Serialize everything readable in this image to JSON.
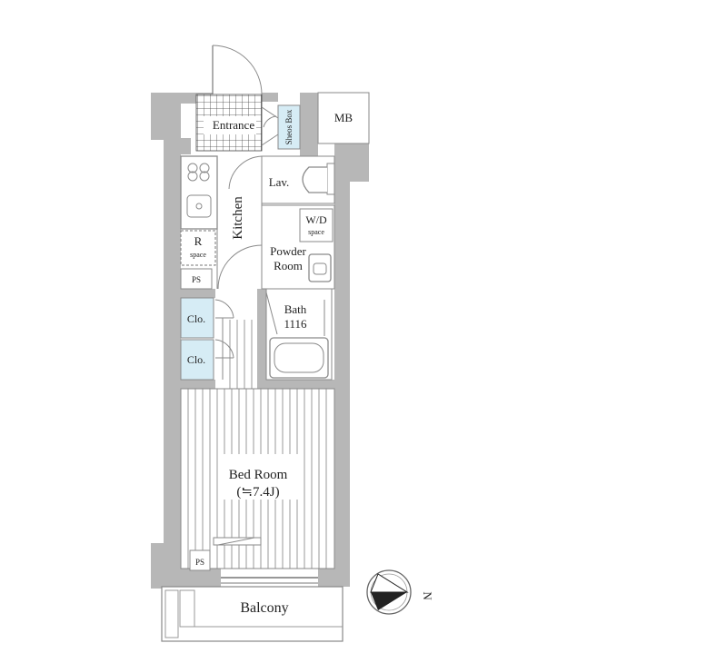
{
  "plan": {
    "rooms": {
      "entrance": "Entrance",
      "shoes_box": "Sheos Box",
      "mb": "MB",
      "lav": "Lav.",
      "kitchen": "Kitchen",
      "wd_top": "W/D",
      "wd_bottom": "space",
      "refrigerator_top": "R",
      "refrigerator_bottom": "space",
      "powder_line1": "Powder",
      "powder_line2": "Room",
      "ps_upper": "PS",
      "bath": "Bath",
      "bath_size": "1116",
      "closet_upper": "Clo.",
      "closet_lower": "Clo.",
      "bedroom": "Bed Room",
      "bedroom_size": "(≒7.4J)",
      "ps_lower": "PS",
      "balcony": "Balcony"
    },
    "compass": {
      "direction": "N",
      "icon": "compass-icon"
    },
    "colors": {
      "wall": "#b7b7b7",
      "closet_fill": "#d6ecf5",
      "line": "#8a8a8a"
    }
  }
}
